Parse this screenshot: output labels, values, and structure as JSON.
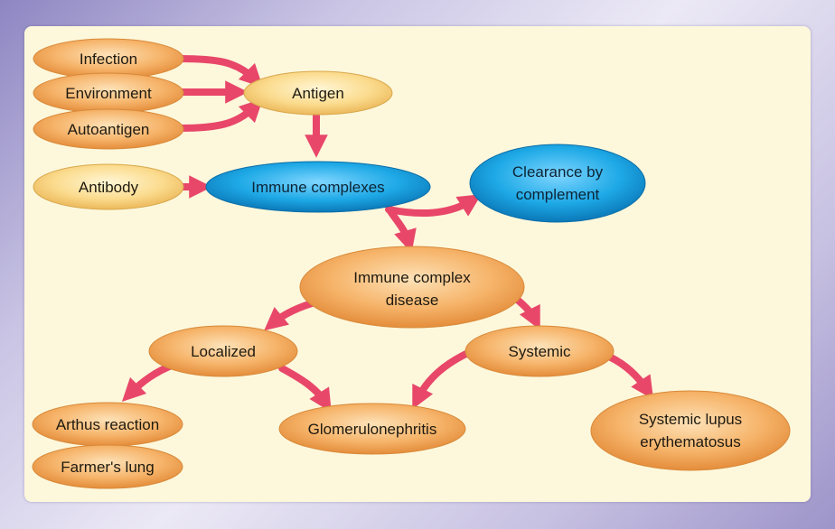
{
  "nodes": {
    "infection": "Infection",
    "environment": "Environment",
    "autoantigen": "Autoantigen",
    "antigen": "Antigen",
    "antibody": "Antibody",
    "immune_complexes": "Immune complexes",
    "clearance_line1": "Clearance by",
    "clearance_line2": "complement",
    "icd_line1": "Immune complex",
    "icd_line2": "disease",
    "localized": "Localized",
    "systemic": "Systemic",
    "arthus": "Arthus reaction",
    "farmers_lung": "Farmer's lung",
    "glomerulonephritis": "Glomerulonephritis",
    "sle_line1": "Systemic lupus",
    "sle_line2": "erythematosus"
  },
  "colors": {
    "background": "#fdf8dc",
    "orange_node": "#f5b063",
    "yellow_node": "#f9d98a",
    "blue_node": "#1aa6e4",
    "arrow": "#e8476a"
  }
}
